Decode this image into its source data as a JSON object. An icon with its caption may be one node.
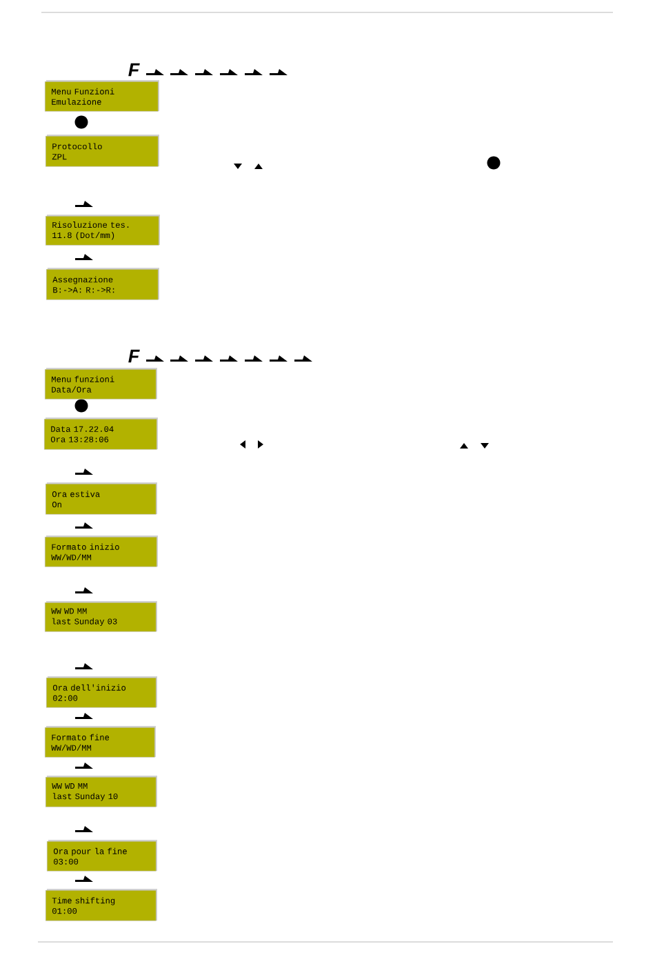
{
  "diagram": {
    "nodes": [
      {
        "text": [
          "Menu Funzioni",
          "Emulazione"
        ]
      },
      {
        "text": [
          "Protocollo",
          "ZPL"
        ]
      },
      {
        "text": [
          "Risoluzione tes.",
          "11.8 (Dot/mm)"
        ]
      },
      {
        "text": [
          "Assegnazione",
          "B:->A: R:->R:"
        ]
      },
      {
        "text": [
          "Menu funzioni",
          "Data/Ora"
        ]
      },
      {
        "text": [
          "Data 17.22.04",
          "Ora 13:28:06"
        ]
      },
      {
        "text": [
          "Ora estiva",
          "On"
        ]
      },
      {
        "text": [
          "Formato inizio",
          "WW/WD/MM"
        ]
      },
      {
        "text": [
          "WW WD MM",
          "last Sunday 03"
        ]
      },
      {
        "text": [
          "Ora dell'inizio",
          "02:00"
        ]
      },
      {
        "text": [
          "Formato fine",
          "WW/WD/MM"
        ]
      },
      {
        "text": [
          "WW WD MM",
          "last Sunday 10"
        ]
      },
      {
        "text": [
          "Ora pour la fine",
          "03:00"
        ]
      },
      {
        "text": [
          "Time shifting",
          "01:00"
        ]
      }
    ],
    "labels": [
      "F",
      "F"
    ]
  }
}
